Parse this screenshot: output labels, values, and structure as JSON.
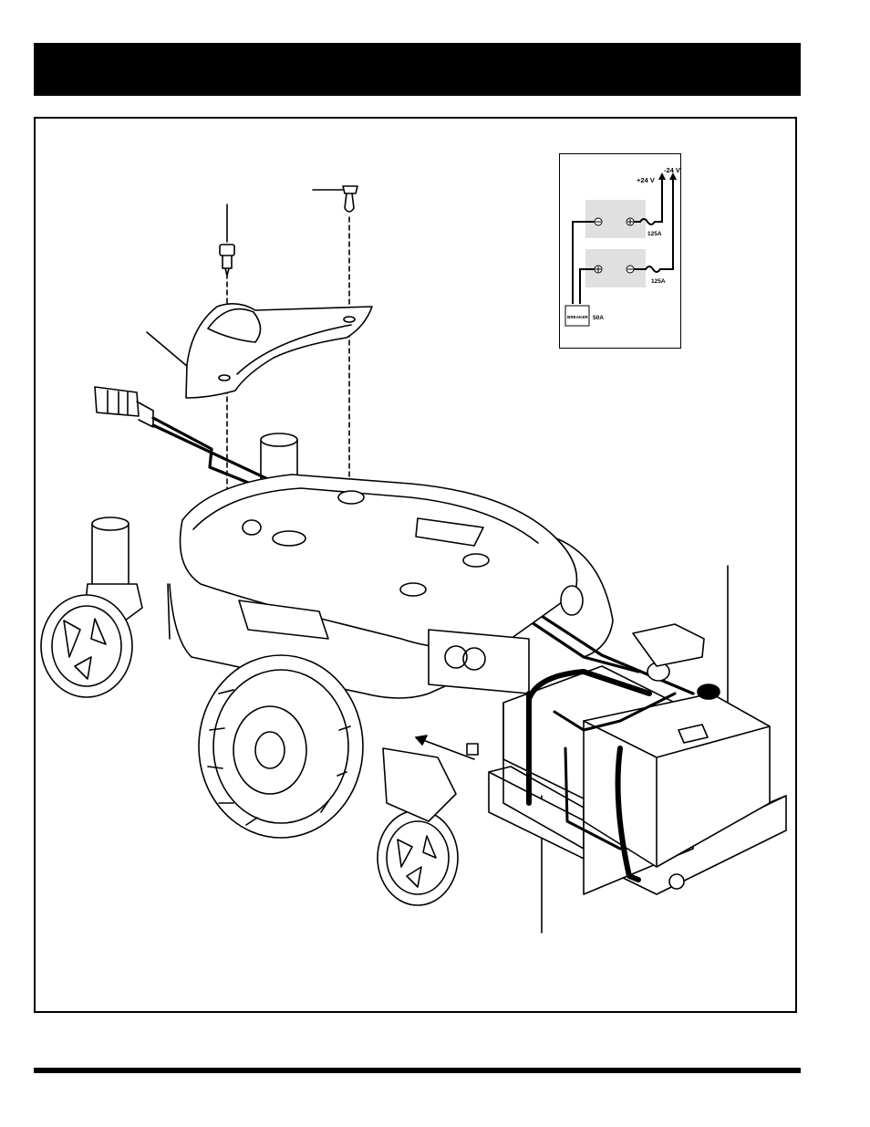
{
  "header": {
    "title": ""
  },
  "figure": {
    "wiring_diagram": {
      "voltage_positive": "+24 V",
      "voltage_negative": "-24 V",
      "fuse_top": "125A",
      "fuse_bottom": "125A",
      "breaker_label": "BREAKER",
      "breaker_rating": "50A",
      "terminal_minus": "⊖",
      "terminal_plus": "⊕"
    }
  },
  "colors": {
    "ink": "#000000",
    "battery_fill": "#e0e0e0",
    "paper": "#ffffff"
  },
  "footer": {
    "text": ""
  }
}
